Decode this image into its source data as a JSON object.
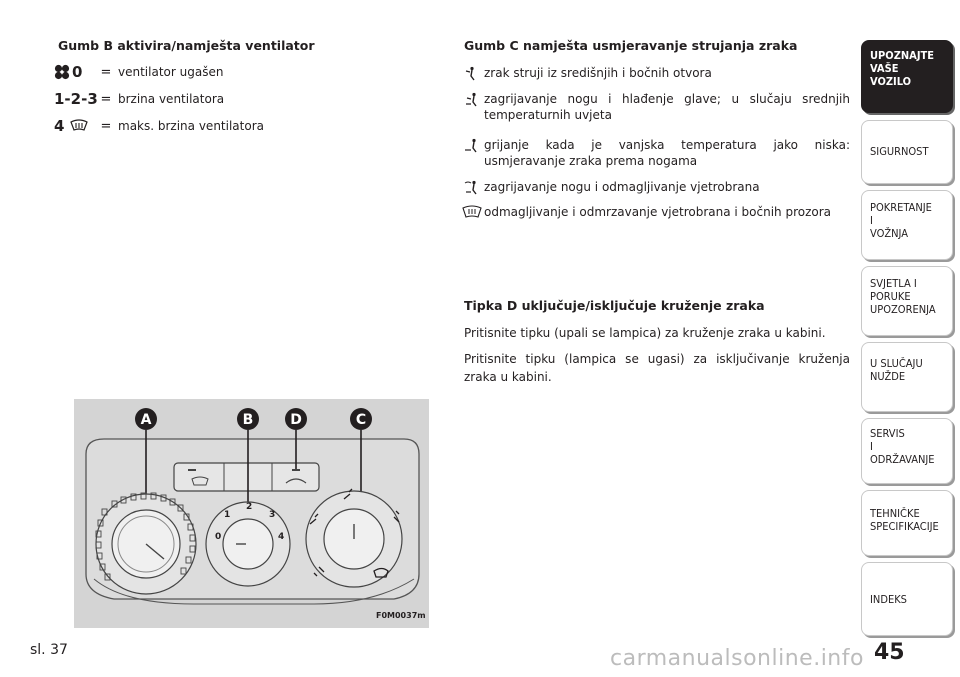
{
  "section_b": {
    "heading": "Gumb B aktivira/namješta ventilator",
    "rows": [
      {
        "symbol": "0",
        "icon": "fan-icon",
        "eq": "=",
        "text": "ventilator ugašen"
      },
      {
        "symbol": "1-2-3",
        "icon": "",
        "eq": "=",
        "text": "brzina ventilatora"
      },
      {
        "symbol": "4",
        "icon": "defrost-icon",
        "eq": "=",
        "text": "maks. brzina ventilatora"
      }
    ]
  },
  "section_c": {
    "heading": "Gumb C namješta usmjeravanje strujanja zraka",
    "items": [
      {
        "icon": "vent-face-icon",
        "text": "zrak struji iz središnjih i bočnih otvora"
      },
      {
        "icon": "vent-face-feet-icon",
        "text": "zagrijavanje nogu i hlađenje glave; u slučaju srednjih temperaturnih uvjeta"
      },
      {
        "icon": "vent-feet-icon",
        "text": "grijanje kada je vanjska temperatura jako niska: usmjeravanje zraka prema nogama"
      },
      {
        "icon": "vent-feet-windscreen-icon",
        "text": "zagrijavanje nogu i odmagljivanje vjetrobrana"
      },
      {
        "icon": "windscreen-defrost-icon",
        "text": "odmagljivanje i odmrzavanje vjetrobrana i bočnih prozora"
      }
    ]
  },
  "section_d": {
    "heading": "Tipka D uključuje/isključuje kruženje zraka",
    "p1": "Pritisnite tipku (upali se lampica) za kruženje zraka u kabini.",
    "p2": "Pritisnite tipku (lampica se ugasi) za isključivanje kruženja zraka u kabini."
  },
  "figure": {
    "labels": {
      "a": "A",
      "b": "B",
      "c": "C",
      "d": "D"
    },
    "fan_numbers": {
      "n0": "0",
      "n1": "1",
      "n2": "2",
      "n3": "3",
      "n4": "4"
    },
    "code": "F0M0037m",
    "caption": "sl. 37"
  },
  "sidebar": [
    {
      "label": "UPOZNAJTE\nVAŠE\nVOZILO",
      "active": true
    },
    {
      "label": "SIGURNOST",
      "active": false
    },
    {
      "label": "POKRETANJE\nI\nVOŽNJA",
      "active": false
    },
    {
      "label": "SVJETLA I\nPORUKE\nUPOZORENJA",
      "active": false
    },
    {
      "label": "U SLUČAJU\nNUŽDE",
      "active": false
    },
    {
      "label": "SERVIS\nI\nODRŽAVANJE",
      "active": false
    },
    {
      "label": "TEHNIČKE\nSPECIFIKACIJE",
      "active": false
    },
    {
      "label": "INDEKS",
      "active": false
    }
  ],
  "page_number": "45",
  "watermark": "carmanualsonline.info"
}
